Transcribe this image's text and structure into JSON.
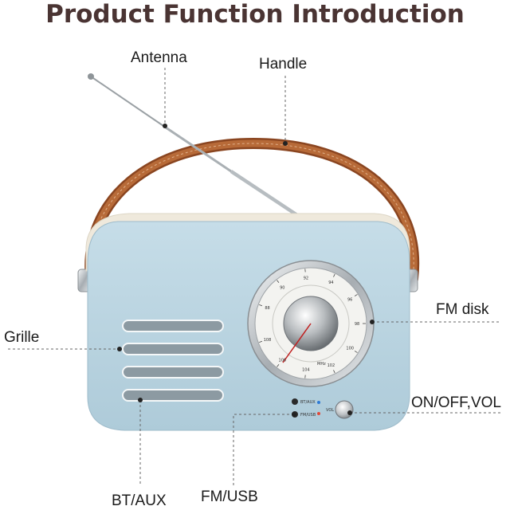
{
  "title": "Product Function Introduction",
  "callouts": {
    "antenna": "Antenna",
    "handle": "Handle",
    "fm_disk": "FM disk",
    "grille": "Grille",
    "on_off_vol": "ON/OFF,VOL",
    "bt_aux": "BT/AUX",
    "fm_usb": "FM/USB"
  },
  "panel": {
    "bt_aux_label": "BT/AUX",
    "fm_usb_label": "FM/USB",
    "vol_label": "VOL"
  },
  "dial": {
    "outer_scale": [
      "88",
      "90",
      "92",
      "94",
      "96",
      "98",
      "100",
      "102",
      "104",
      "106",
      "108"
    ],
    "unit": "MHz"
  },
  "colors": {
    "body": "#b9d4e1",
    "leather": "#a65a2c",
    "chrome": "#c9cdd0",
    "grille": "#8f9ea6",
    "title": "#4a3433"
  }
}
